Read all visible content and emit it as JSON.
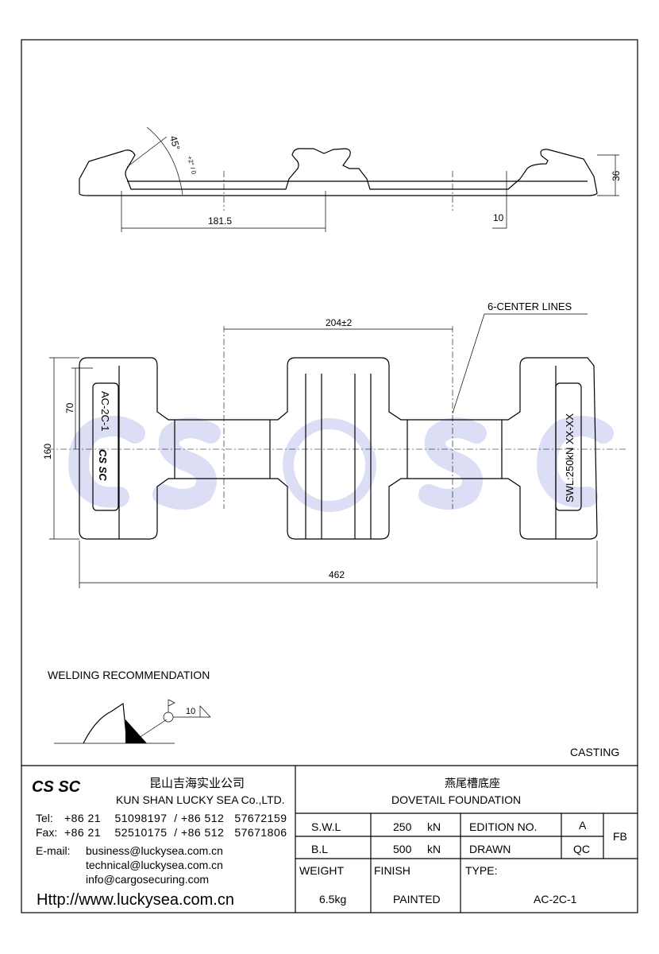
{
  "watermark": {
    "left": "CS",
    "right": "SC"
  },
  "side_view": {
    "angle": "45°",
    "angle_tol": "+2° / 0",
    "dim_pitch": "181.5",
    "dim_height": "36",
    "dim_thickness": "10"
  },
  "plan_view": {
    "dim_center": "204±2",
    "label_center_lines": "6-CENTER LINES",
    "dim_width": "160",
    "dim_inner": "70",
    "dim_length": "462",
    "marking_left": "AC-2C-1",
    "marking_right": "SWL:250kN XX-XX",
    "logo": "CS SC"
  },
  "welding": {
    "title": "WELDING RECOMMENDATION",
    "size": "10"
  },
  "casting_label": "CASTING",
  "title_block": {
    "logo": "CS SC",
    "company_cn": "昆山吉海实业公司",
    "company_en": "KUN SHAN LUCKY SEA Co.,LTD.",
    "tel_label": "Tel:",
    "tel": "+86 21    51098197  / +86 512   57672159",
    "fax_label": "Fax:",
    "fax": "+86 21    52510175  / +86 512   57671806",
    "email_label": "E-mail:",
    "emails": [
      "business@luckysea.com.cn",
      "technical@luckysea.com.cn",
      "info@cargosecuring.com"
    ],
    "website": "Http://www.luckysea.com.cn",
    "product_cn": "燕尾槽底座",
    "product_en": "DOVETAIL FOUNDATION",
    "swl_label": "S.W.L",
    "swl_value": "250",
    "swl_unit": "kN",
    "bl_label": "B.L",
    "bl_value": "500",
    "bl_unit": "kN",
    "edition_label": "EDITION NO.",
    "edition_value": "A",
    "drawn_label": "DRAWN",
    "drawn_value": "QC",
    "fb": "FB",
    "weight_label": "WEIGHT",
    "weight_value": "6.5kg",
    "finish_label": "FINISH",
    "finish_value": "PAINTED",
    "type_label": "TYPE:",
    "type_value": "AC-2C-1"
  }
}
